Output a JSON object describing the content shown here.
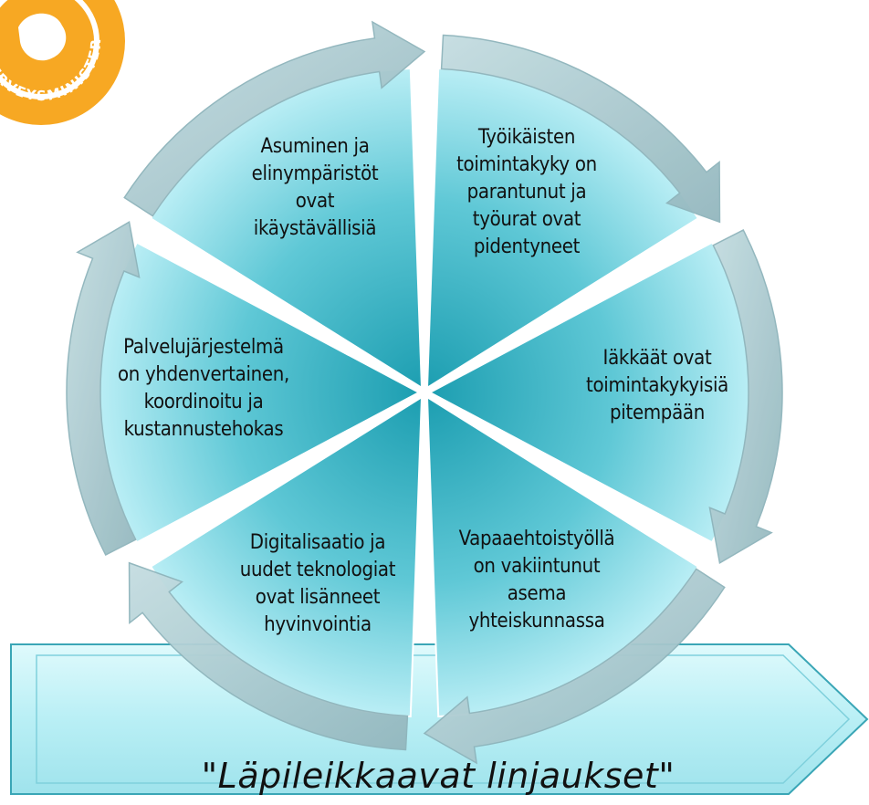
{
  "logo": {
    "text": "SOSIAALI- JA TERVEYSMINISTERIÖ",
    "color": "#f7a823"
  },
  "segments": [
    {
      "id": "top-right",
      "lines": [
        "Työikäisten",
        "toimintakyky on",
        "parantunut ja",
        "työurat ovat",
        "pidentyneet"
      ]
    },
    {
      "id": "right",
      "lines": [
        "Iäkkäät ovat",
        "toimintakykyisiä",
        "pitempään"
      ]
    },
    {
      "id": "bottom-right",
      "lines": [
        "Vapaaehtoistyöllä",
        "on vakiintunut",
        "asema",
        "yhteiskunnassa"
      ]
    },
    {
      "id": "bottom-left",
      "lines": [
        "Digitalisaatio ja",
        "uudet teknologiat",
        "ovat lisänneet",
        "hyvinvointia"
      ]
    },
    {
      "id": "left",
      "lines": [
        "Palvelujärjestelmä",
        "on yhdenvertainen,",
        "koordinoitu ja",
        "kustannustehokas"
      ]
    },
    {
      "id": "top-left",
      "lines": [
        "Asuminen ja",
        "elinympäristöt",
        "ovat",
        "ikäystävällisiä"
      ]
    }
  ],
  "footer": {
    "title": "\"Läpileikkaavat linjaukset\""
  },
  "colors": {
    "segment_light": "#c8f4fa",
    "segment_dark": "#1b9db0",
    "arrow": "#a9c9cf",
    "arrow_edge": "#8eb4bb",
    "band_fill": "#c4f3f8",
    "band_edge": "#3aa6b6"
  }
}
